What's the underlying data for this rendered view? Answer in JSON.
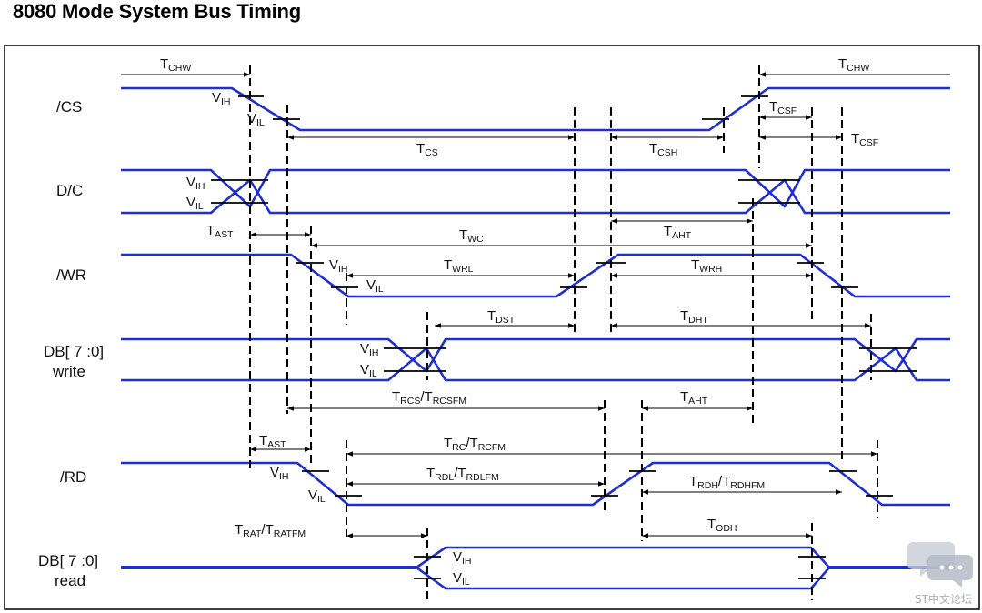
{
  "title": "8080 Mode System Bus Timing",
  "signals": {
    "cs": "/CS",
    "dc": "D/C",
    "wr": "/WR",
    "dbw_1": "DB[ 7 :0]",
    "dbw_2": "write",
    "rd": "/RD",
    "dbr_1": "DB[ 7 :0]",
    "dbr_2": "read"
  },
  "levels": {
    "v": "V",
    "ih": "IH",
    "il": "IL"
  },
  "params": {
    "t": "T",
    "chw": "CHW",
    "cs": "CS",
    "csh": "CSH",
    "csf": "CSF",
    "ast": "AST",
    "wc": "WC",
    "aht": "AHT",
    "wrl": "WRL",
    "wrh": "WRH",
    "dst": "DST",
    "dht": "DHT",
    "rcs": "RCS",
    "rcsfm": "RCSFM",
    "rc": "RC",
    "rcfm": "RCFM",
    "rdl": "RDL",
    "rdlfm": "RDLFM",
    "rdh": "RDH",
    "rdhfm": "RDHFM",
    "rat": "RAT",
    "ratfm": "RATFM",
    "odh": "ODH",
    "slash": "/"
  },
  "watermark": "ST中文论坛",
  "colors": {
    "wave": "#1f2fd1",
    "ink": "#000000",
    "watermark": "#a9b1bd"
  }
}
